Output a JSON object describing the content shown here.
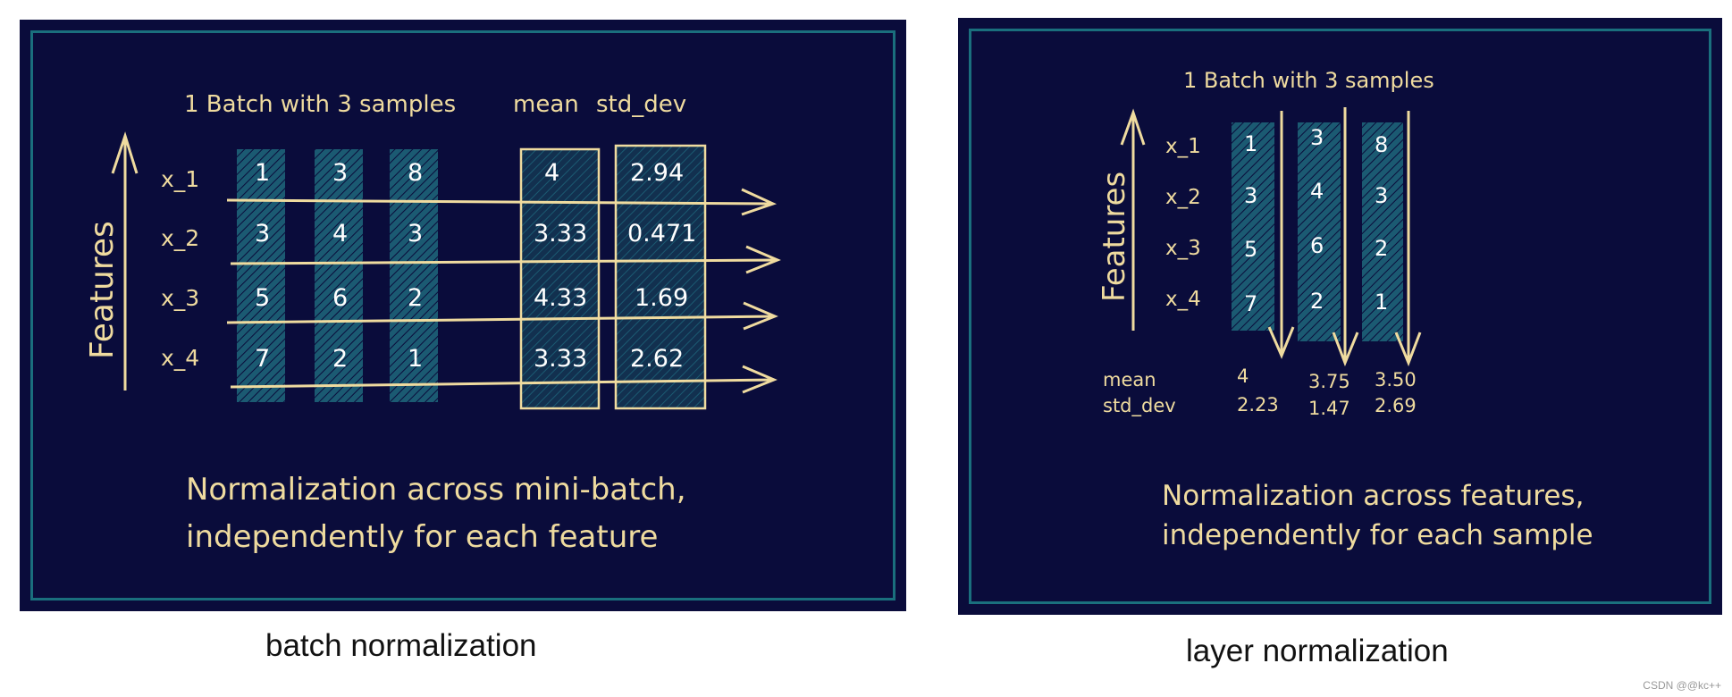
{
  "batch_panel": {
    "header": "1 Batch with 3 samples",
    "mean_label": "mean",
    "std_label": "std_dev",
    "axis_label": "Features",
    "rows": [
      "x_1",
      "x_2",
      "x_3",
      "x_4"
    ],
    "samples": [
      [
        "1",
        "3",
        "5",
        "7"
      ],
      [
        "3",
        "4",
        "6",
        "2"
      ],
      [
        "8",
        "3",
        "2",
        "1"
      ]
    ],
    "means": [
      "4",
      "3.33",
      "4.33",
      "3.33"
    ],
    "stds": [
      "2.94",
      "0.471",
      "1.69",
      "2.62"
    ],
    "note_line1": "Normalization across mini-batch,",
    "note_line2": "independently for each feature",
    "caption": "batch normalization"
  },
  "layer_panel": {
    "header": "1 Batch with 3 samples",
    "axis_label": "Features",
    "rows": [
      "x_1",
      "x_2",
      "x_3",
      "x_4"
    ],
    "samples": [
      [
        "1",
        "3",
        "5",
        "7"
      ],
      [
        "3",
        "4",
        "6",
        "2"
      ],
      [
        "8",
        "3",
        "2",
        "1"
      ]
    ],
    "mean_label": "mean",
    "std_label": "std_dev",
    "means": [
      "4",
      "3.75",
      "3.50"
    ],
    "stds": [
      "2.23",
      "1.47",
      "2.69"
    ],
    "note_line1": "Normalization across features,",
    "note_line2": "independently for each sample",
    "caption": "layer normalization"
  },
  "watermark": "CSDN @@kc++",
  "colors": {
    "panel_bg": "#0a0c3b",
    "border": "#1a6f7d",
    "sample_fill": "#1b5a72",
    "handwriting": "#efdb9f"
  }
}
